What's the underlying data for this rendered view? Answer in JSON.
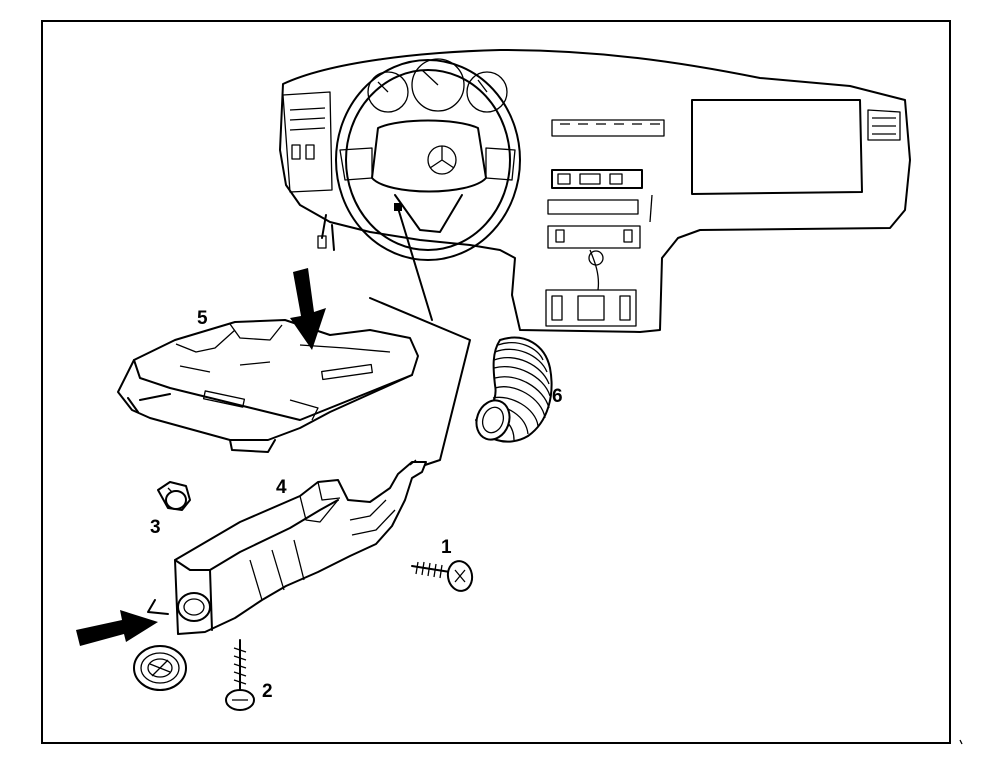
{
  "diagram": {
    "callouts": {
      "c1": "1",
      "c2": "2",
      "c3": "3",
      "c4": "4",
      "c5": "5",
      "c6": "6"
    },
    "parts": {
      "dashboard": "dashboard-assembly",
      "cover": "lower-knee-cover",
      "duct": "footwell-air-duct",
      "hose": "corrugated-hose",
      "screw_1": "tapping-screw",
      "screw_2": "tapping-screw",
      "clip_3": "expanding-clip",
      "grommet": "duct-grommet"
    },
    "colors": {
      "ink": "#000000",
      "paper": "#ffffff"
    }
  }
}
